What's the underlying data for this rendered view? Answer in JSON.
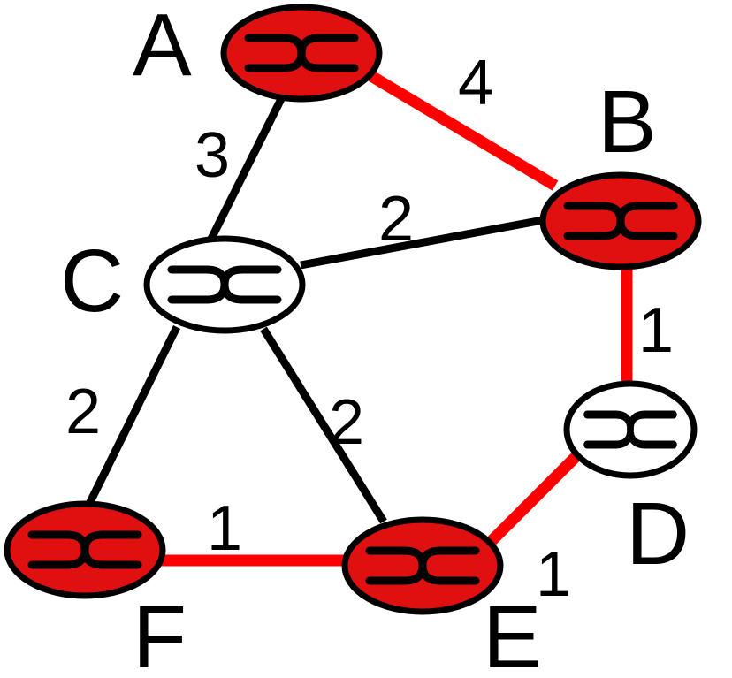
{
  "colors": {
    "highlight": "#ff0000",
    "normal_edge": "#000000",
    "highlighted_node_fill": "#e01010",
    "normal_node_fill": "#ffffff",
    "stroke": "#000000"
  },
  "nodes": [
    {
      "id": "A",
      "label": "A",
      "highlighted": true
    },
    {
      "id": "B",
      "label": "B",
      "highlighted": true
    },
    {
      "id": "C",
      "label": "C",
      "highlighted": false
    },
    {
      "id": "D",
      "label": "D",
      "highlighted": false
    },
    {
      "id": "E",
      "label": "E",
      "highlighted": true
    },
    {
      "id": "F",
      "label": "F",
      "highlighted": true
    }
  ],
  "edges": [
    {
      "from": "A",
      "to": "B",
      "weight": "4",
      "highlighted": true
    },
    {
      "from": "A",
      "to": "C",
      "weight": "3",
      "highlighted": false
    },
    {
      "from": "C",
      "to": "B",
      "weight": "2",
      "highlighted": false
    },
    {
      "from": "B",
      "to": "D",
      "weight": "1",
      "highlighted": true
    },
    {
      "from": "C",
      "to": "F",
      "weight": "2",
      "highlighted": false
    },
    {
      "from": "C",
      "to": "E",
      "weight": "2",
      "highlighted": false
    },
    {
      "from": "F",
      "to": "E",
      "weight": "1",
      "highlighted": true
    },
    {
      "from": "D",
      "to": "E",
      "weight": "1",
      "highlighted": true
    }
  ]
}
